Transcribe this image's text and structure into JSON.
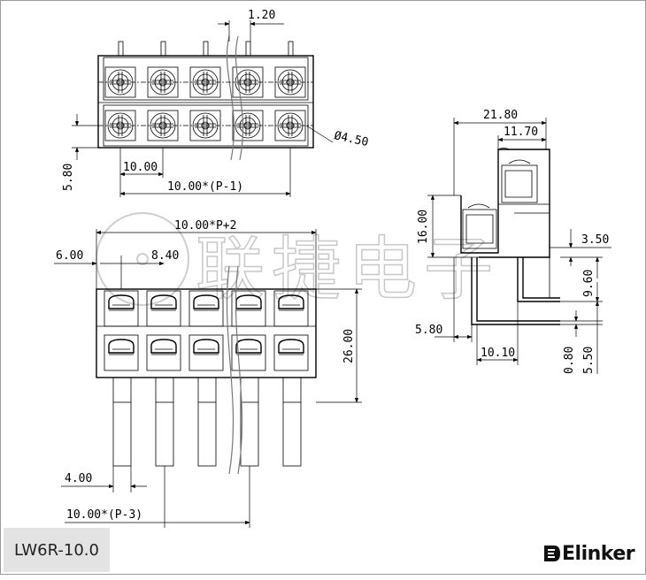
{
  "model": "LW6R-10.0",
  "brand": "Elinker",
  "watermark": "联捷电子",
  "dims": {
    "pitch_top": "1.20",
    "hole": "Ø4.50",
    "h_580_left": "5.80",
    "w_1000": "10.00",
    "w_p1": "10.00*(P-1)",
    "w_p2": "10.00*P+2",
    "w_600": "6.00",
    "w_840": "8.40",
    "h_2600": "26.00",
    "w_400": "4.00",
    "w_p3": "10.00*(P-3)",
    "w_2180": "21.80",
    "w_1170": "11.70",
    "h_1600": "16.00",
    "h_350": "3.50",
    "h_960": "9.60",
    "w_580_side": "5.80",
    "w_1010": "10.10",
    "h_080": "0.80",
    "h_550": "5.50"
  }
}
